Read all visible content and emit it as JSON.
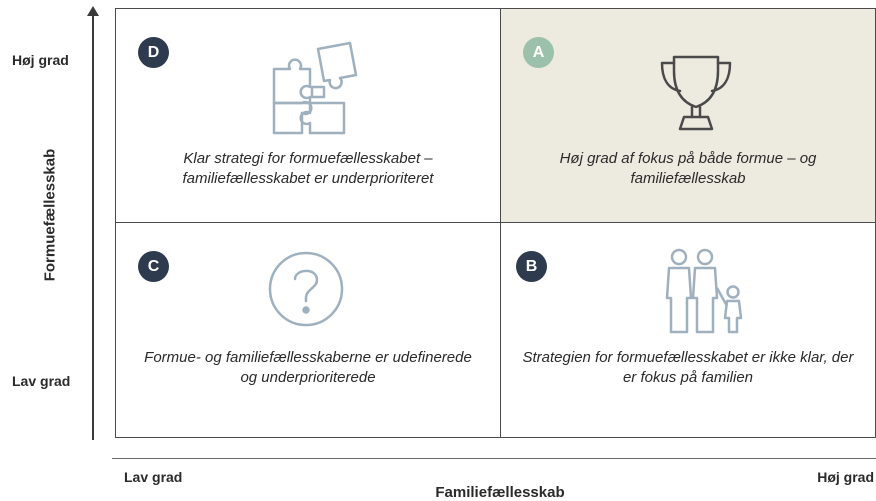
{
  "axes": {
    "y_title": "Formuefællesskab",
    "y_high": "Høj grad",
    "y_low": "Lav grad",
    "x_title": "Familiefællesskab",
    "x_low": "Lav grad",
    "x_high": "Høj grad"
  },
  "quadrants": {
    "d": {
      "badge": "D",
      "icon": "puzzle-icon",
      "text": "Klar strategi for formuefællesskabet – familiefællesskabet er underprioriteret"
    },
    "a": {
      "badge": "A",
      "icon": "trophy-icon",
      "text": "Høj grad af fokus på både formue – og familiefællesskab",
      "background": "#edeae0",
      "badge_color": "#9cc1aa"
    },
    "c": {
      "badge": "C",
      "icon": "question-icon",
      "text": "Formue- og familiefællesskaberne er udefinerede og underprioriterede"
    },
    "b": {
      "badge": "B",
      "icon": "family-icon",
      "text": "Strategien for formuefællesskabet er ikke klar, der er fokus på familien"
    }
  },
  "colors": {
    "badge_dark": "#2e3b4e",
    "icon_stroke": "#9fb0bf",
    "grid_line": "#4a4a4a"
  }
}
